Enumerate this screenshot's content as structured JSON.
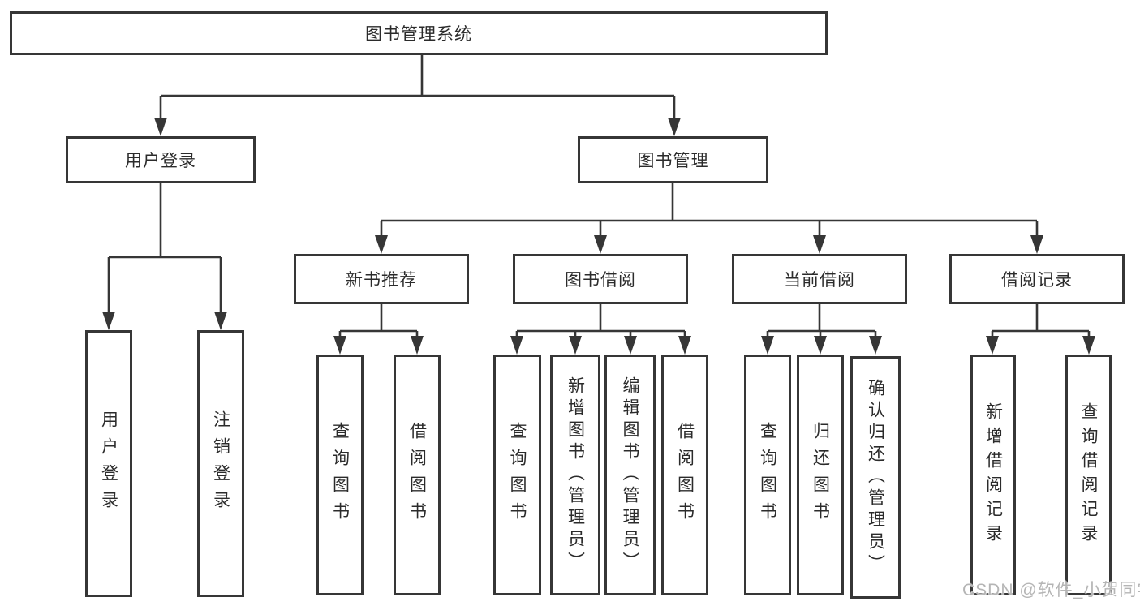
{
  "root": {
    "label": "图书管理系统"
  },
  "level2": {
    "user_login": "用户登录",
    "book_mgmt": "图书管理"
  },
  "level3": {
    "new_book": "新书推荐",
    "book_borrow": "图书借阅",
    "current_borrow": "当前借阅",
    "borrow_records": "借阅记录"
  },
  "leaves": {
    "user_login_group": [
      "用户登录",
      "注销登录"
    ],
    "new_book_group": [
      "查询图书",
      "借阅图书"
    ],
    "book_borrow_group": [
      "查询图书",
      "新增图书（管理员）",
      "编辑图书（管理员）",
      "借阅图书"
    ],
    "current_borrow_group": [
      "查询图书",
      "归还图书",
      "确认归还（管理员）"
    ],
    "borrow_records_group": [
      "新增借阅记录",
      "查询借阅记录"
    ]
  },
  "watermark": "CSDN @软件_小贺同学",
  "colors": {
    "line": "#363636",
    "box_border": "#363636",
    "box_fill": "#ffffff",
    "text": "#2b2b2b",
    "watermark": "#b5b5b5"
  }
}
